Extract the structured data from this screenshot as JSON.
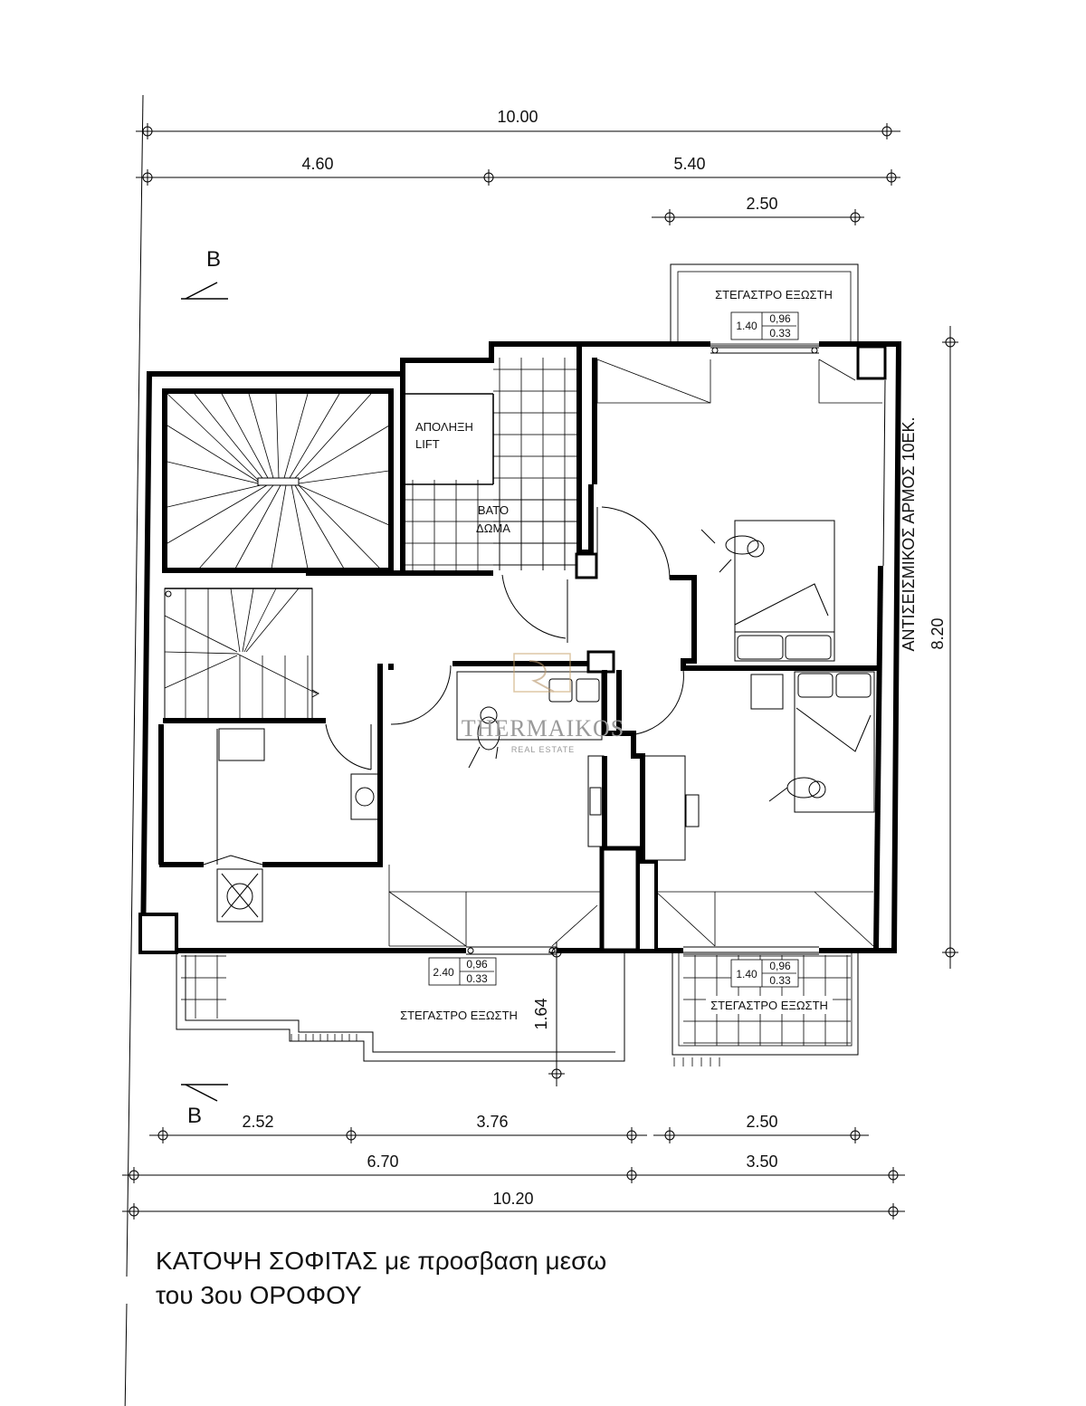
{
  "dimensions": {
    "top_total": "10.00",
    "top_left": "4.60",
    "top_right": "5.40",
    "top_balcony": "2.50",
    "right_height": "8.20",
    "terrace_depth": "1.64",
    "bottom_seg1": "2.52",
    "bottom_seg2": "3.76",
    "bottom_seg3": "2.50",
    "bottom_left": "6.70",
    "bottom_right": "3.50",
    "bottom_total": "10.20"
  },
  "section_marks": {
    "top": "B",
    "bottom": "B"
  },
  "rooms": {
    "lift": {
      "line1": "ΑΠΟΛΗΞΗ",
      "line2": "LIFT"
    },
    "roof": {
      "line1": "ΒΑΤΟ",
      "line2": "ΔΩΜΑ"
    },
    "canopy_top": "ΣΤΕΓΑΣΤΡΟ ΕΞΩΣΤΗ",
    "canopy_bottom_left": "ΣΤΕΓΑΣΤΡΟ ΕΞΩΣΤΗ",
    "canopy_bottom_right": "ΣΤΕΓΑΣΤΡΟ ΕΞΩΣΤΗ",
    "seismic_joint": "ΑΝΤΙΣΕΙΣΜΙΚΟΣ ΑΡΜΟΣ 10ΕΚ."
  },
  "openings": {
    "top": {
      "width": "1.40",
      "frac_top": "0,96",
      "frac_bottom": "0.33"
    },
    "bottom_left": {
      "width": "2.40",
      "frac_top": "0,96",
      "frac_bottom": "0.33"
    },
    "bottom_right": {
      "width": "1.40",
      "frac_top": "0,96",
      "frac_bottom": "0.33"
    }
  },
  "watermark": {
    "brand": "THERMAIKOS",
    "sub": "REAL ESTATE"
  },
  "caption": {
    "line1": "ΚΑΤΟΨΗ ΣΟΦΙΤΑΣ με προσβαση μεσω",
    "line2": "του 3ου ΟΡΟΦΟΥ"
  }
}
